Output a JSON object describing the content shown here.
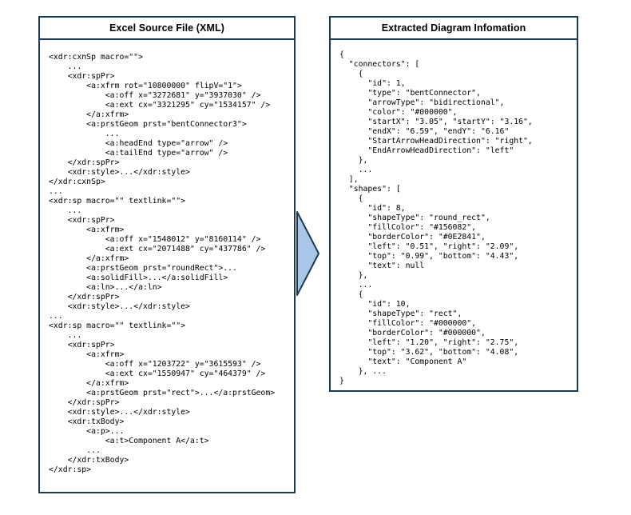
{
  "figure": {
    "left_panel": {
      "title": "Excel Source File (XML)",
      "code": "<xdr:cxnSp macro=\"\">\n    ...\n    <xdr:spPr>\n        <a:xfrm rot=\"10800000\" flipV=\"1\">\n            <a:off x=\"3272681\" y=\"3937030\" />\n            <a:ext cx=\"3321295\" cy=\"1534157\" />\n        </a:xfrm>\n        <a:prstGeom prst=\"bentConnector3\">\n            ...\n            <a:headEnd type=\"arrow\" />\n            <a:tailEnd type=\"arrow\" />\n    </xdr:spPr>\n    <xdr:style>...</xdr:style>\n</xdr:cxnSp>\n...\n<xdr:sp macro=\"\" textlink=\"\">\n    ...\n    <xdr:spPr>\n        <a:xfrm>\n            <a:off x=\"1548012\" y=\"8160114\" />\n            <a:ext cx=\"2071488\" cy=\"437786\" />\n        </a:xfrm>\n        <a:prstGeom prst=\"roundRect\">...\n        <a:solidFill>...</a:solidFill>\n        <a:ln>...</a:ln>\n    </xdr:spPr>\n    <xdr:style>...</xdr:style>\n...\n<xdr:sp macro=\"\" textlink=\"\">\n    ...\n    <xdr:spPr>\n        <a:xfrm>\n            <a:off x=\"1203722\" y=\"3615593\" />\n            <a:ext cx=\"1550947\" cy=\"464379\" />\n        </a:xfrm>\n        <a:prstGeom prst=\"rect\">...</a:prstGeom>\n    </xdr:spPr>\n    <xdr:style>...</xdr:style>\n    <xdr:txBody>\n        <a:p>...\n            <a:t>Component A</a:t>\n        ...\n    </xdr:txBody>\n</xdr:sp>"
    },
    "arrow": {
      "direction": "right",
      "fill": "#A8C7E7",
      "stroke": "#1D3A52"
    },
    "right_panel": {
      "title": "Extracted Diagram Infomation",
      "code": "{\n  \"connectors\": [\n    {\n      \"id\": 1,\n      \"type\": \"bentConnector\",\n      \"arrowType\": \"bidirectional\",\n      \"color\": \"#000000\",\n      \"startX\": \"3.05\", \"startY\": \"3.16\",\n      \"endX\": \"6.59\", \"endY\": \"6.16\"\n      \"StartArrowHeadDirection\": \"right\",\n      \"EndArrowHeadDirection\": \"left\"\n    },\n    ...\n  ],\n  \"shapes\": [\n    {\n      \"id\": 8,\n      \"shapeType\": \"round_rect\",\n      \"fillColor\": \"#156082\",\n      \"borderColor\": \"#0E2841\",\n      \"left\": \"0.51\", \"right\": \"2.09\",\n      \"top\": \"0.99\", \"bottom\": \"4.43\",\n      \"text\": null\n    },\n    ...\n    {\n      \"id\": 10,\n      \"shapeType\": \"rect\",\n      \"fillColor\": \"#000000\",\n      \"borderColor\": \"#000000\",\n      \"left\": \"1.20\", \"right\": \"2.75\",\n      \"top\": \"3.62\", \"bottom\": \"4.08\",\n      \"text\": \"Component A\"\n    }, ...\n}"
    }
  },
  "colors": {
    "background": "#FFFFFF",
    "panel_border": "#1D3A52",
    "code_text": "#000000"
  }
}
